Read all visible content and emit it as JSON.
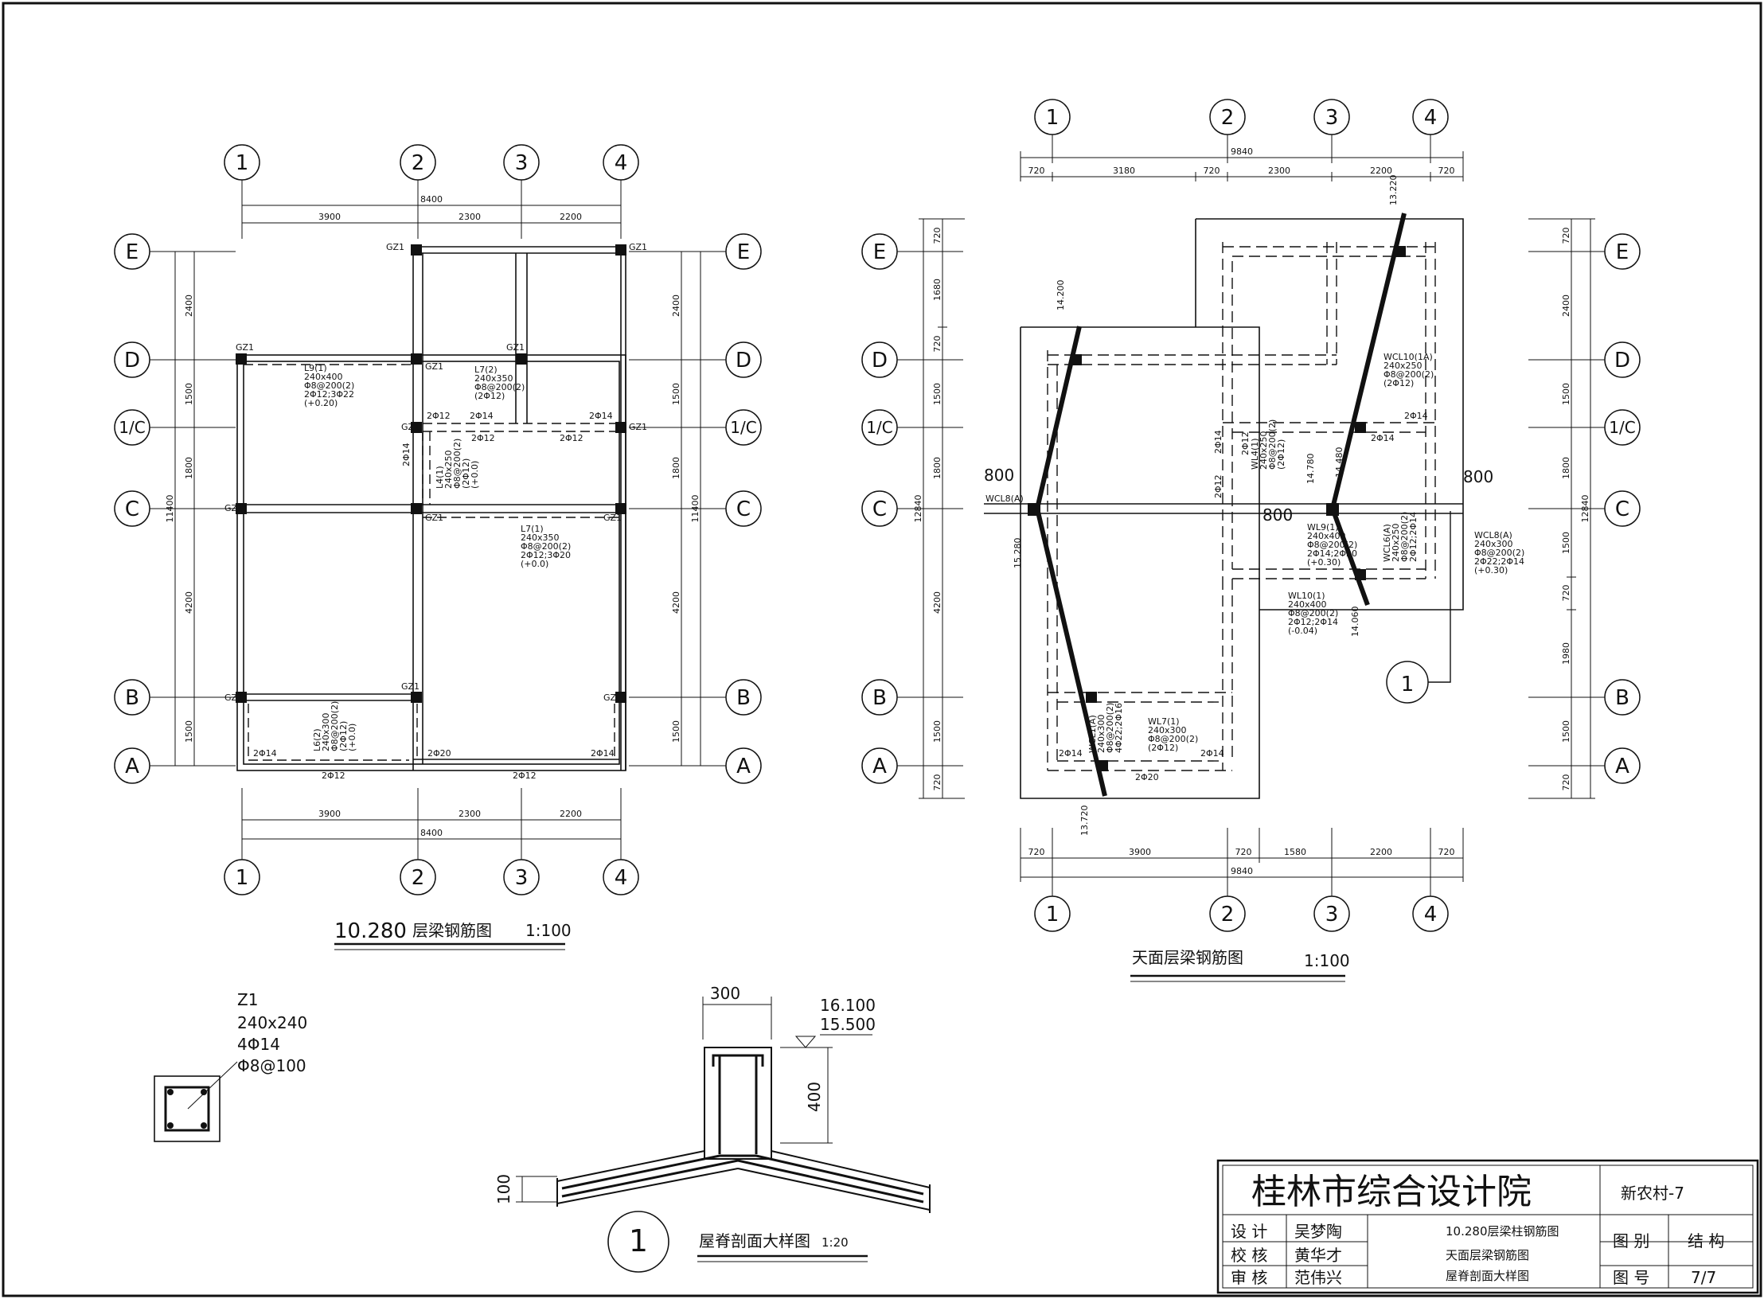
{
  "plan1": {
    "title_num": "10.280",
    "title": "层梁钢筋图",
    "scale": "1:100",
    "axes_v": [
      "1",
      "2",
      "3",
      "4"
    ],
    "axes_h": [
      "E",
      "D",
      "1/C",
      "C",
      "B",
      "A"
    ],
    "dims_h": [
      "3900",
      "2300",
      "2200"
    ],
    "total_h": "8400",
    "dims_v": [
      "2400",
      "1500",
      "1800",
      "4200",
      "1500"
    ],
    "total_v": "11400",
    "col_label": "GZ1",
    "beams": [
      {
        "lines": [
          "L9(1)",
          "240x400",
          "Φ8@200(2)",
          "2Φ12;3Φ22",
          "(+0.20)"
        ]
      },
      {
        "lines": [
          "L7(2)",
          "240x350",
          "Φ8@200(2)",
          "(2Φ12)"
        ]
      },
      {
        "lines": [
          "L4(1)",
          "240x250",
          "Φ8@200(2)",
          "(2Φ12)",
          "(+0.0)"
        ]
      },
      {
        "lines": [
          "L7(1)",
          "240x350",
          "Φ8@200(2)",
          "2Φ12;3Φ20",
          "(+0.0)"
        ]
      },
      {
        "lines": [
          "L6(2)",
          "240x300",
          "Φ8@200(2)",
          "(2Φ12)",
          "(+0.0)"
        ]
      }
    ],
    "rebar_labels": [
      "2Φ12",
      "2Φ14",
      "2Φ12",
      "2Φ12",
      "2Φ14",
      "2Φ14",
      "2Φ14",
      "2Φ20",
      "2Φ14",
      "2Φ12",
      "2Φ12"
    ]
  },
  "plan2": {
    "title": "天面层梁钢筋图",
    "scale": "1:100",
    "axes_v": [
      "1",
      "2",
      "3",
      "4"
    ],
    "axes_h": [
      "E",
      "D",
      "1/C",
      "C",
      "B",
      "A"
    ],
    "dims_top": [
      "720",
      "3180",
      "720",
      "2300",
      "2200",
      "720"
    ],
    "dims_bottom": [
      "720",
      "3900",
      "720",
      "1580",
      "2200",
      "720"
    ],
    "total": "9840",
    "dims_left": [
      "720",
      "1680",
      "720",
      "1500",
      "1800",
      "4200",
      "1500",
      "720"
    ],
    "dims_right": [
      "720",
      "2400",
      "1500",
      "1800",
      "1500",
      "720",
      "1980",
      "1500",
      "720"
    ],
    "total_v": "12840",
    "elevations": [
      "13.220",
      "14.200",
      "14.780",
      "14.480",
      "15.280",
      "14.060",
      "13.720"
    ],
    "overhang": "800",
    "beams": [
      {
        "lines": [
          "WCL10(1A)",
          "240x250",
          "Φ8@200(2)",
          "(2Φ12)"
        ]
      },
      {
        "lines": [
          "WL4(1)",
          "240x250",
          "Φ8@200(2)",
          "(2Φ12)"
        ]
      },
      {
        "lines": [
          "WCL8(A)"
        ]
      },
      {
        "lines": [
          "WL9(1)",
          "240x400",
          "Φ8@200(2)",
          "2Φ14;2Φ20",
          "(+0.30)"
        ]
      },
      {
        "lines": [
          "WCL6(A)",
          "240x250",
          "Φ8@200(2)",
          "2Φ12;2Φ14"
        ]
      },
      {
        "lines": [
          "WCL8(A)",
          "240x300",
          "Φ8@200(2)",
          "2Φ22;2Φ14",
          "(+0.30)"
        ]
      },
      {
        "lines": [
          "WL10(1)",
          "240x400",
          "Φ8@200(2)",
          "2Φ12;2Φ14",
          "(-0.04)"
        ]
      },
      {
        "lines": [
          "WL7(1)",
          "240x300",
          "Φ8@200(2)",
          "(2Φ12)"
        ]
      },
      {
        "lines": [
          "WCL1(A)",
          "240x300",
          "Φ8@200(2)",
          "4Φ22;2Φ16"
        ]
      }
    ],
    "rebar_labels": [
      "2Φ14",
      "2Φ14",
      "2Φ20",
      "2Φ14",
      "2Φ12",
      "2Φ14",
      "2Φ12",
      "2Φ14"
    ],
    "section_mark": "1"
  },
  "column": {
    "name": "Z1",
    "size": "240x240",
    "main": "4Φ14",
    "stirrup": "Φ8@100"
  },
  "section": {
    "width": "300",
    "elev_top": "16.100",
    "elev_bot": "15.500",
    "height": "400",
    "slab": "100",
    "mark": "1",
    "title": "屋脊剖面大样图",
    "scale": "1:20"
  },
  "title_block": {
    "company": "桂林市综合设计院",
    "project": "新农村-7",
    "roles": [
      {
        "role": "设 计",
        "name": "吴梦陶"
      },
      {
        "role": "校 核",
        "name": "黄华才"
      },
      {
        "role": "审 核",
        "name": "范伟兴"
      }
    ],
    "drawings": [
      "10.280层梁柱钢筋图",
      "天面层梁钢筋图",
      "屋脊剖面大样图"
    ],
    "type_label": "图 别",
    "type_value": "结 构",
    "num_label": "图 号",
    "num_value": "7/7"
  }
}
